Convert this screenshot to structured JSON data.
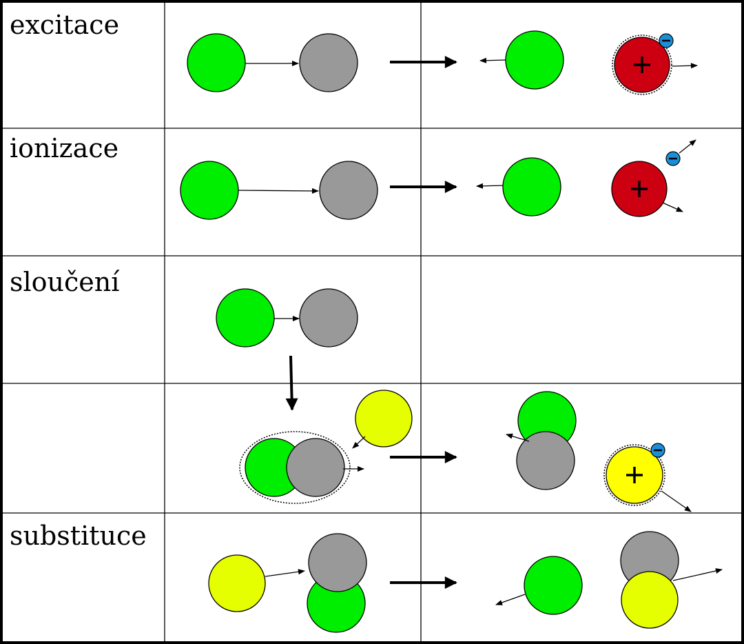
{
  "rows": [
    {
      "label": "excitace"
    },
    {
      "label": "ionizace"
    },
    {
      "label": "sloučení"
    },
    {
      "label": ""
    },
    {
      "label": "substituce"
    }
  ],
  "signs": {
    "plus": "+",
    "minus": "−"
  },
  "colors": {
    "green": "#00ee00",
    "gray": "#999999",
    "red": "#cc0011",
    "yellow": "#e6ff00",
    "yellow_ion": "#ffff00",
    "electron": "#1a8fd8"
  }
}
